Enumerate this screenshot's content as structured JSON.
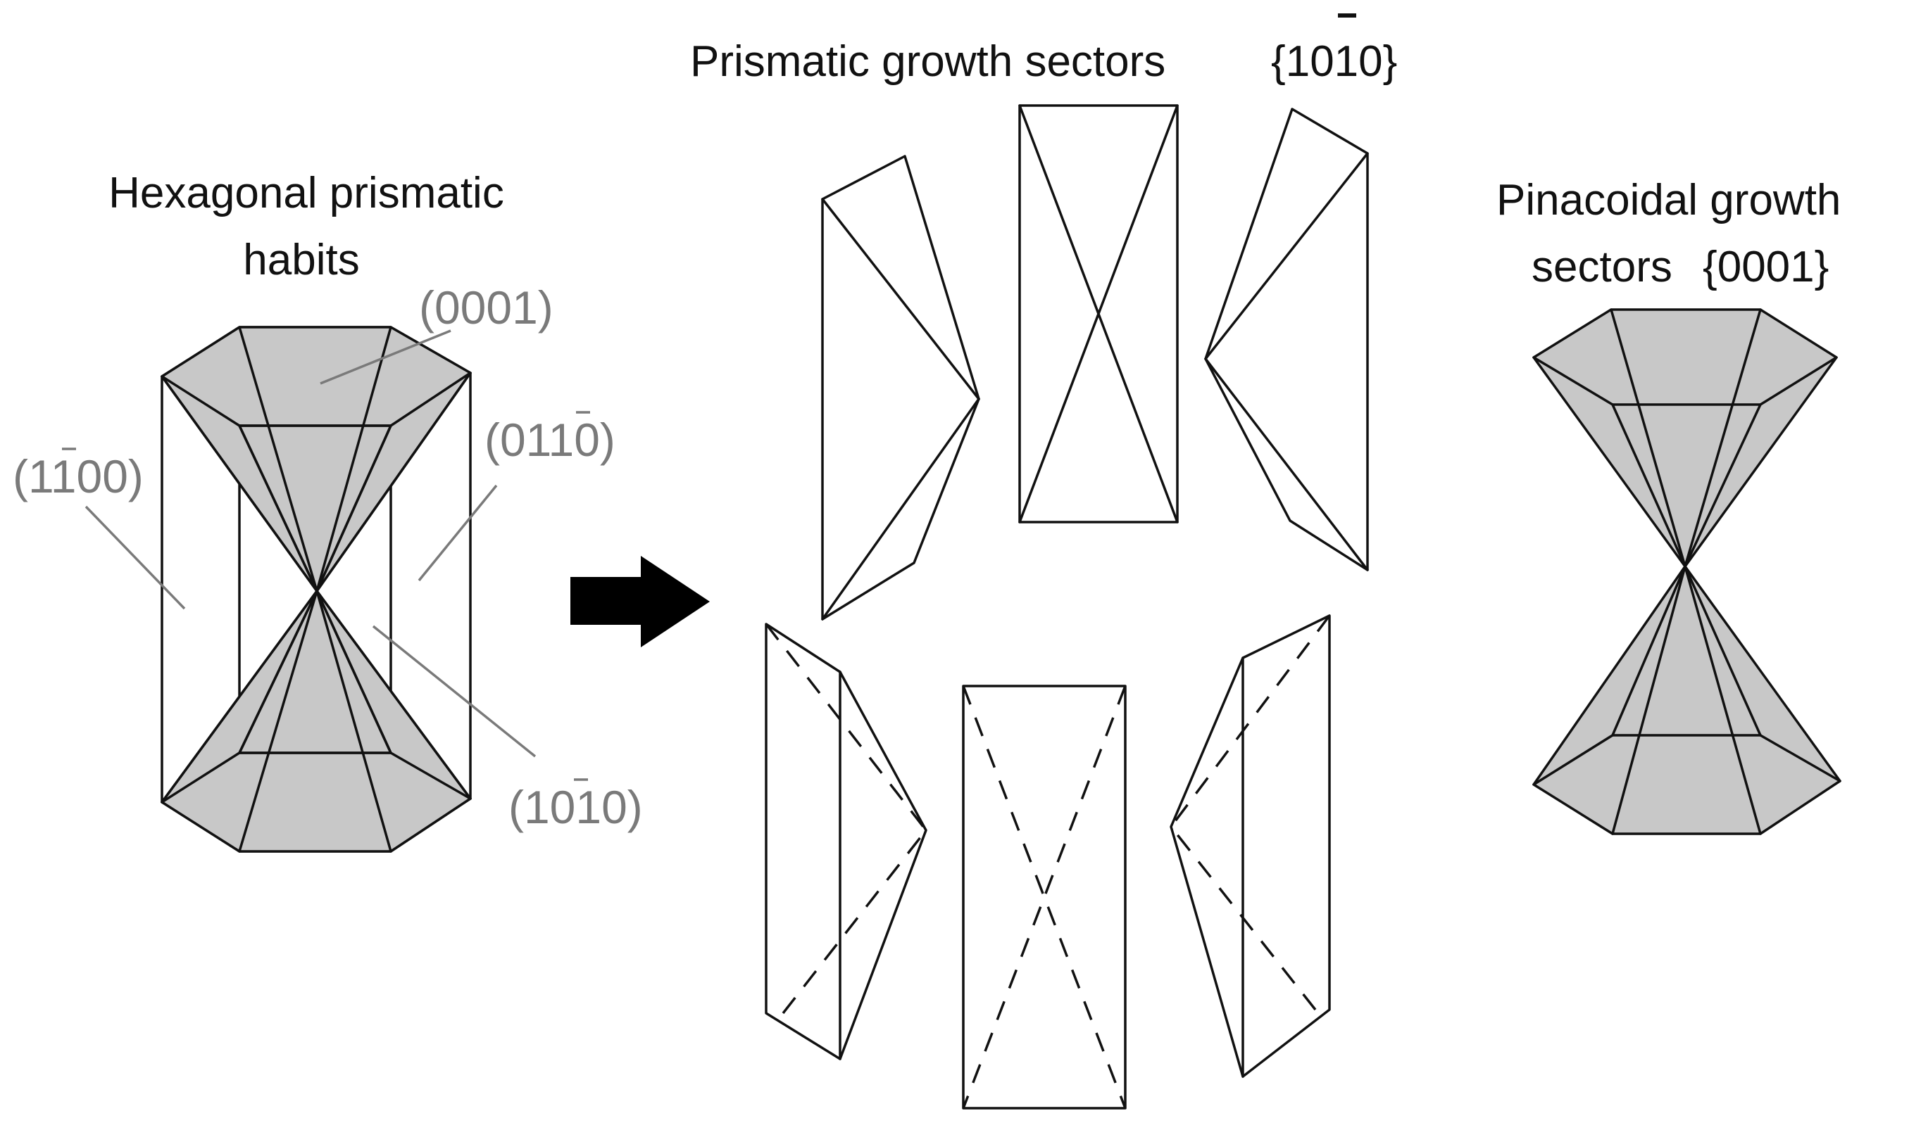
{
  "titles": {
    "habit_line1": "Hexagonal prismatic",
    "habit_line2": "habits",
    "prismatic_text": "Prismatic growth sectors",
    "prismatic_index": "{1010}",
    "pinacoidal_line1": "Pinacoidal growth",
    "pinacoidal_line2_text": "sectors",
    "pinacoidal_index": "{0001}"
  },
  "face_labels": {
    "top": "(0001)",
    "left": "(1100)",
    "right": "(0110)",
    "front": "(1010)"
  },
  "colors": {
    "sector_fill": "#c8c8c8",
    "outline": "#111111",
    "label_gray": "#7a7a7a"
  },
  "arrow": {
    "icon": "right-arrow-icon"
  }
}
